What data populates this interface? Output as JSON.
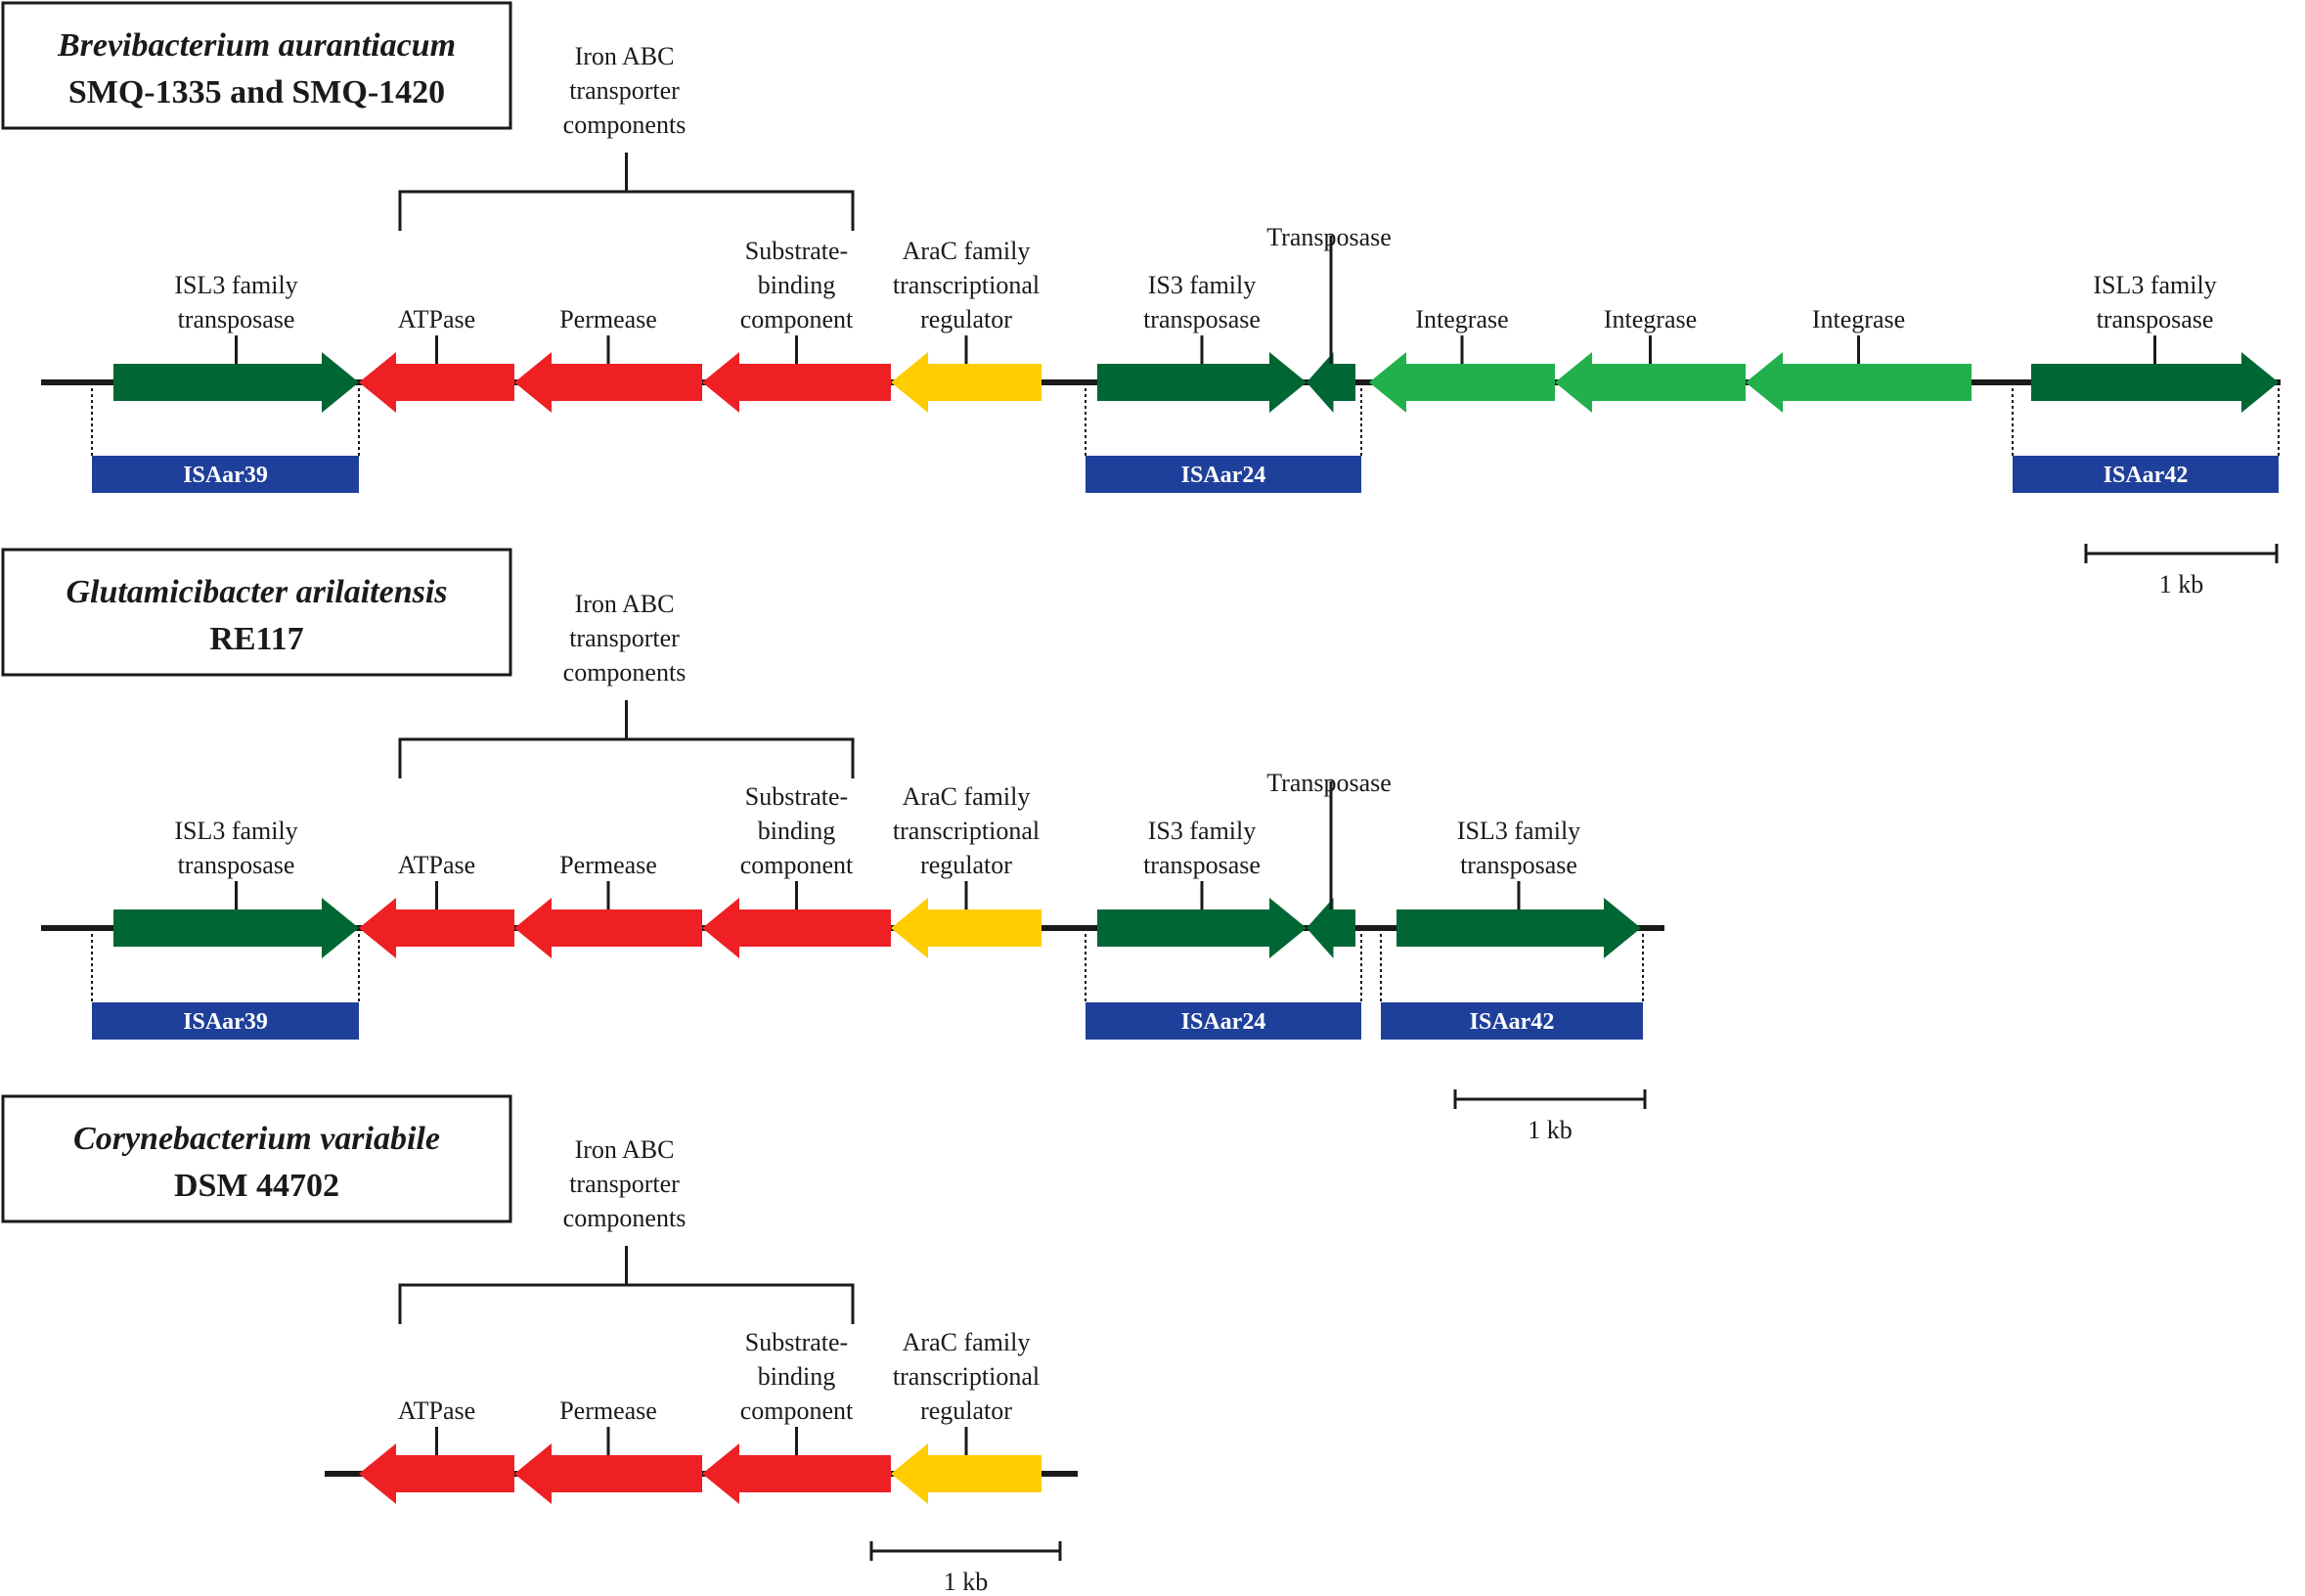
{
  "colors": {
    "backbone": "#1a1a1a",
    "transposase": "#006633",
    "iron_abc": "#ee2024",
    "arac": "#ffcc00",
    "integrase": "#21b04b",
    "is_box": "#1f409a"
  },
  "panels": [
    {
      "organism_name": "Brevibacterium aurantiacum",
      "strain": "SMQ-1335 and SMQ-1420",
      "bracket_label": [
        "Iron ABC",
        "transporter",
        "components"
      ],
      "genes": [
        {
          "label": [
            "ISL3 family",
            "transposase"
          ],
          "color_key": "transposase"
        },
        {
          "label": [
            "ATPase"
          ],
          "color_key": "iron_abc"
        },
        {
          "label": [
            "Permease"
          ],
          "color_key": "iron_abc"
        },
        {
          "label": [
            "Substrate-",
            "binding",
            "component"
          ],
          "color_key": "iron_abc"
        },
        {
          "label": [
            "AraC family",
            "transcriptional",
            "regulator"
          ],
          "color_key": "arac"
        },
        {
          "label": [
            "IS3 family",
            "transposase"
          ],
          "color_key": "transposase"
        },
        {
          "label": [
            "Transposase"
          ],
          "color_key": "transposase"
        },
        {
          "label": [
            "Integrase"
          ],
          "color_key": "integrase"
        },
        {
          "label": [
            "Integrase"
          ],
          "color_key": "integrase"
        },
        {
          "label": [
            "Integrase"
          ],
          "color_key": "integrase"
        },
        {
          "label": [
            "ISL3 family",
            "transposase"
          ],
          "color_key": "transposase"
        }
      ],
      "is_elements": [
        "ISAar39",
        "ISAar24",
        "ISAar42"
      ],
      "scale_label": "1 kb"
    },
    {
      "organism_name": "Glutamicibacter arilaitensis",
      "strain": "RE117",
      "bracket_label": [
        "Iron ABC",
        "transporter",
        "components"
      ],
      "genes": [
        {
          "label": [
            "ISL3 family",
            "transposase"
          ],
          "color_key": "transposase"
        },
        {
          "label": [
            "ATPase"
          ],
          "color_key": "iron_abc"
        },
        {
          "label": [
            "Permease"
          ],
          "color_key": "iron_abc"
        },
        {
          "label": [
            "Substrate-",
            "binding",
            "component"
          ],
          "color_key": "iron_abc"
        },
        {
          "label": [
            "AraC family",
            "transcriptional",
            "regulator"
          ],
          "color_key": "arac"
        },
        {
          "label": [
            "IS3 family",
            "transposase"
          ],
          "color_key": "transposase"
        },
        {
          "label": [
            "Transposase"
          ],
          "color_key": "transposase"
        },
        {
          "label": [
            "ISL3 family",
            "transposase"
          ],
          "color_key": "transposase"
        }
      ],
      "is_elements": [
        "ISAar39",
        "ISAar24",
        "ISAar42"
      ],
      "scale_label": "1 kb"
    },
    {
      "organism_name": "Corynebacterium variabile",
      "strain": "DSM 44702",
      "bracket_label": [
        "Iron ABC",
        "transporter",
        "components"
      ],
      "genes": [
        {
          "label": [
            "ATPase"
          ],
          "color_key": "iron_abc"
        },
        {
          "label": [
            "Permease"
          ],
          "color_key": "iron_abc"
        },
        {
          "label": [
            "Substrate-",
            "binding",
            "component"
          ],
          "color_key": "iron_abc"
        },
        {
          "label": [
            "AraC family",
            "transcriptional",
            "regulator"
          ],
          "color_key": "arac"
        }
      ],
      "is_elements": [],
      "scale_label": "1 kb"
    }
  ]
}
